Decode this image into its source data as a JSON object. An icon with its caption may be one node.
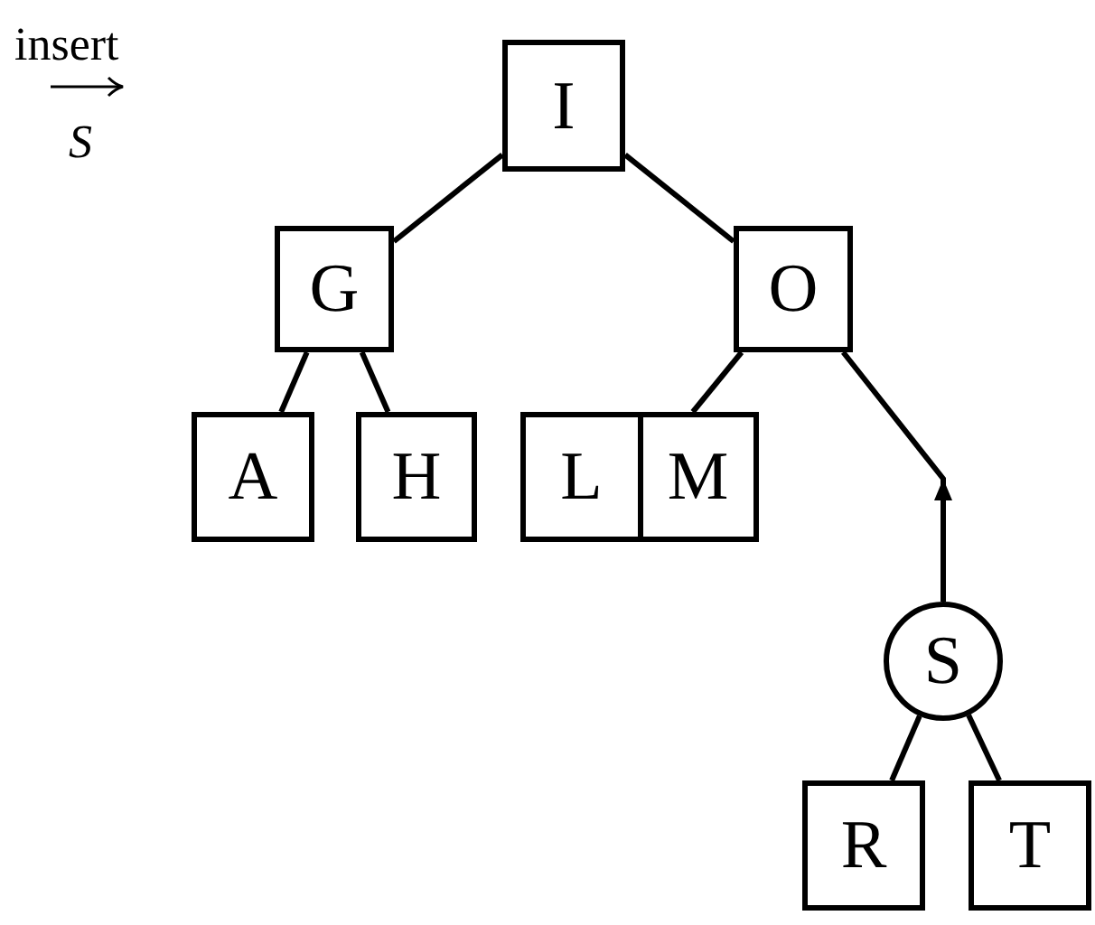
{
  "diagram": {
    "nodes": [
      {
        "text": [
          "I"
        ]
      },
      {
        "text": [
          "G"
        ]
      },
      {
        "text": [
          "O"
        ]
      },
      {
        "text": [
          "A"
        ]
      },
      {
        "text": [
          "H"
        ]
      },
      {
        "text": [
          "L",
          "M"
        ]
      },
      {
        "text": [
          "S"
        ]
      },
      {
        "text": [
          "R"
        ]
      },
      {
        "text": [
          "T"
        ]
      }
    ],
    "edges": [
      {
        "from": 0,
        "to": 1,
        "arrow": "none"
      },
      {
        "from": 0,
        "to": 2,
        "arrow": "none"
      },
      {
        "from": 1,
        "to": 3,
        "arrow": "none"
      },
      {
        "from": 1,
        "to": 4,
        "arrow": "none"
      },
      {
        "from": 2,
        "to": 5,
        "arrow": "none"
      },
      {
        "from": 6,
        "to": 2,
        "arrow": "to"
      },
      {
        "from": 6,
        "to": 7,
        "arrow": "none"
      },
      {
        "from": 6,
        "to": 8,
        "arrow": "none"
      }
    ],
    "labels": [
      "insert",
      "S"
    ]
  }
}
